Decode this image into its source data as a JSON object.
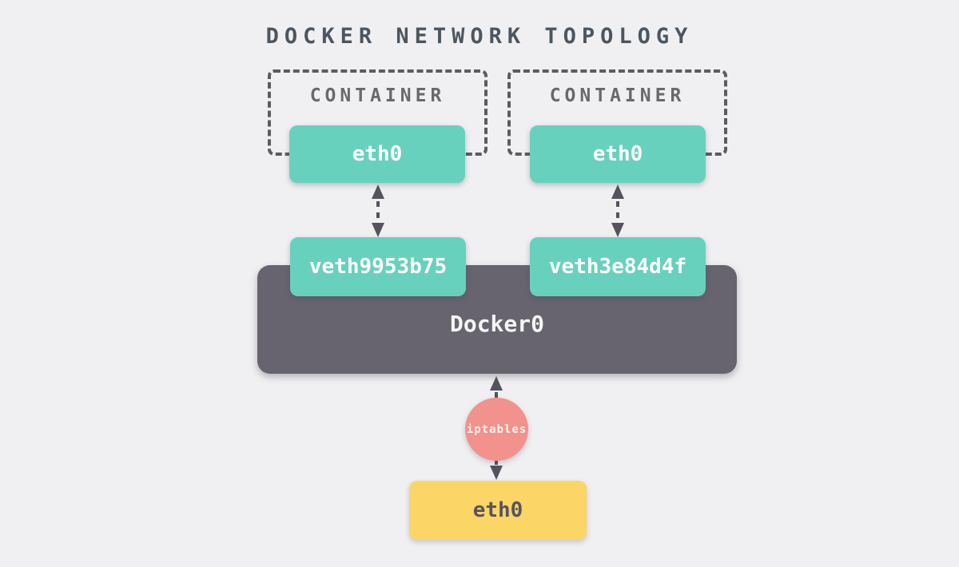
{
  "title": "DOCKER NETWORK TOPOLOGY",
  "containers": [
    {
      "label": "CONTAINER",
      "interface": "eth0",
      "veth": "veth9953b75"
    },
    {
      "label": "CONTAINER",
      "interface": "eth0",
      "veth": "veth3e84d4f"
    }
  ],
  "bridge": {
    "label": "Docker0"
  },
  "firewall": {
    "label": "iptables"
  },
  "host": {
    "interface": "eth0"
  },
  "colors": {
    "background": "#F0F0F2",
    "interface_fill": "#68D1BD",
    "bridge_fill": "#67646F",
    "firewall_fill": "#F2928D",
    "host_interface_fill": "#FBD566",
    "arrow": "#55535D",
    "title_text": "#4C5660",
    "container_border": "#5C5C5C"
  }
}
